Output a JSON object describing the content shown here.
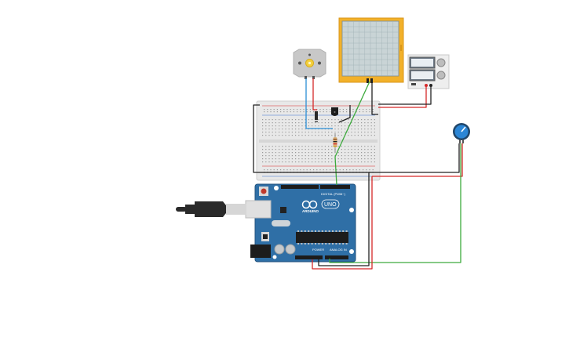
{
  "board": {
    "logo_text": "ARDUINO",
    "model_text": "UNO",
    "digital_header_label": "DIGITAL (PWM~)",
    "power_label": "POWER",
    "analog_label": "ANALOG IN"
  },
  "colors": {
    "board_blue": "#2f6fa6",
    "scope_yellow": "#f2b12a",
    "wire_red": "#d62828",
    "wire_black": "#222222",
    "wire_green": "#3daa3d",
    "wire_blue": "#2b8fd6",
    "knob_blue": "#2b86d6"
  },
  "components": [
    {
      "name": "arduino-uno",
      "icon": "arduino-uno-icon"
    },
    {
      "name": "breadboard",
      "icon": "breadboard-icon"
    },
    {
      "name": "dc-motor",
      "icon": "dc-motor-icon"
    },
    {
      "name": "oscilloscope",
      "icon": "oscilloscope-icon"
    },
    {
      "name": "power-supply",
      "icon": "power-supply-icon"
    },
    {
      "name": "potentiometer",
      "icon": "potentiometer-icon"
    },
    {
      "name": "transistor",
      "icon": "transistor-icon"
    },
    {
      "name": "diode",
      "icon": "diode-icon"
    },
    {
      "name": "resistor",
      "icon": "resistor-icon"
    },
    {
      "name": "usb-cable",
      "icon": "usb-cable-icon"
    }
  ]
}
